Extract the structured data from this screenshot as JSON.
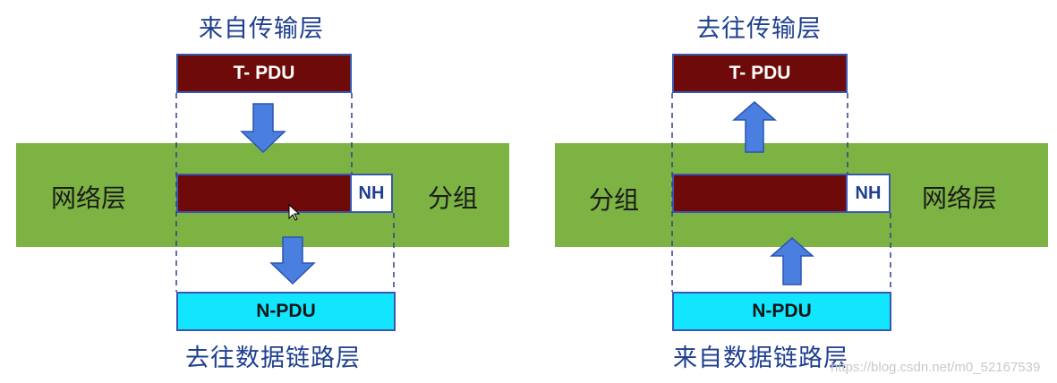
{
  "left": {
    "top_caption": "来自传输层",
    "top_pdu": "T- PDU",
    "band_left_label": "网络层",
    "band_right_label": "分组",
    "header": "NH",
    "bottom_pdu": "N-PDU",
    "bottom_caption": "去往数据链路层"
  },
  "right": {
    "top_caption": "去往传输层",
    "top_pdu": "T- PDU",
    "band_left_label": "分组",
    "band_right_label": "网络层",
    "header": "NH",
    "bottom_pdu": "N-PDU",
    "bottom_caption": "来自数据链路层"
  },
  "watermark": "https://blog.csdn.net/m0_52167539",
  "colors": {
    "band": "#7cb342",
    "t_pdu": "#6e0a0a",
    "n_pdu": "#12e6ff",
    "arrow": "#4a7fe0",
    "caption": "#1f3f8f"
  },
  "icons": {
    "left_arrows": "down-arrow-icon",
    "right_arrows": "up-arrow-icon"
  }
}
